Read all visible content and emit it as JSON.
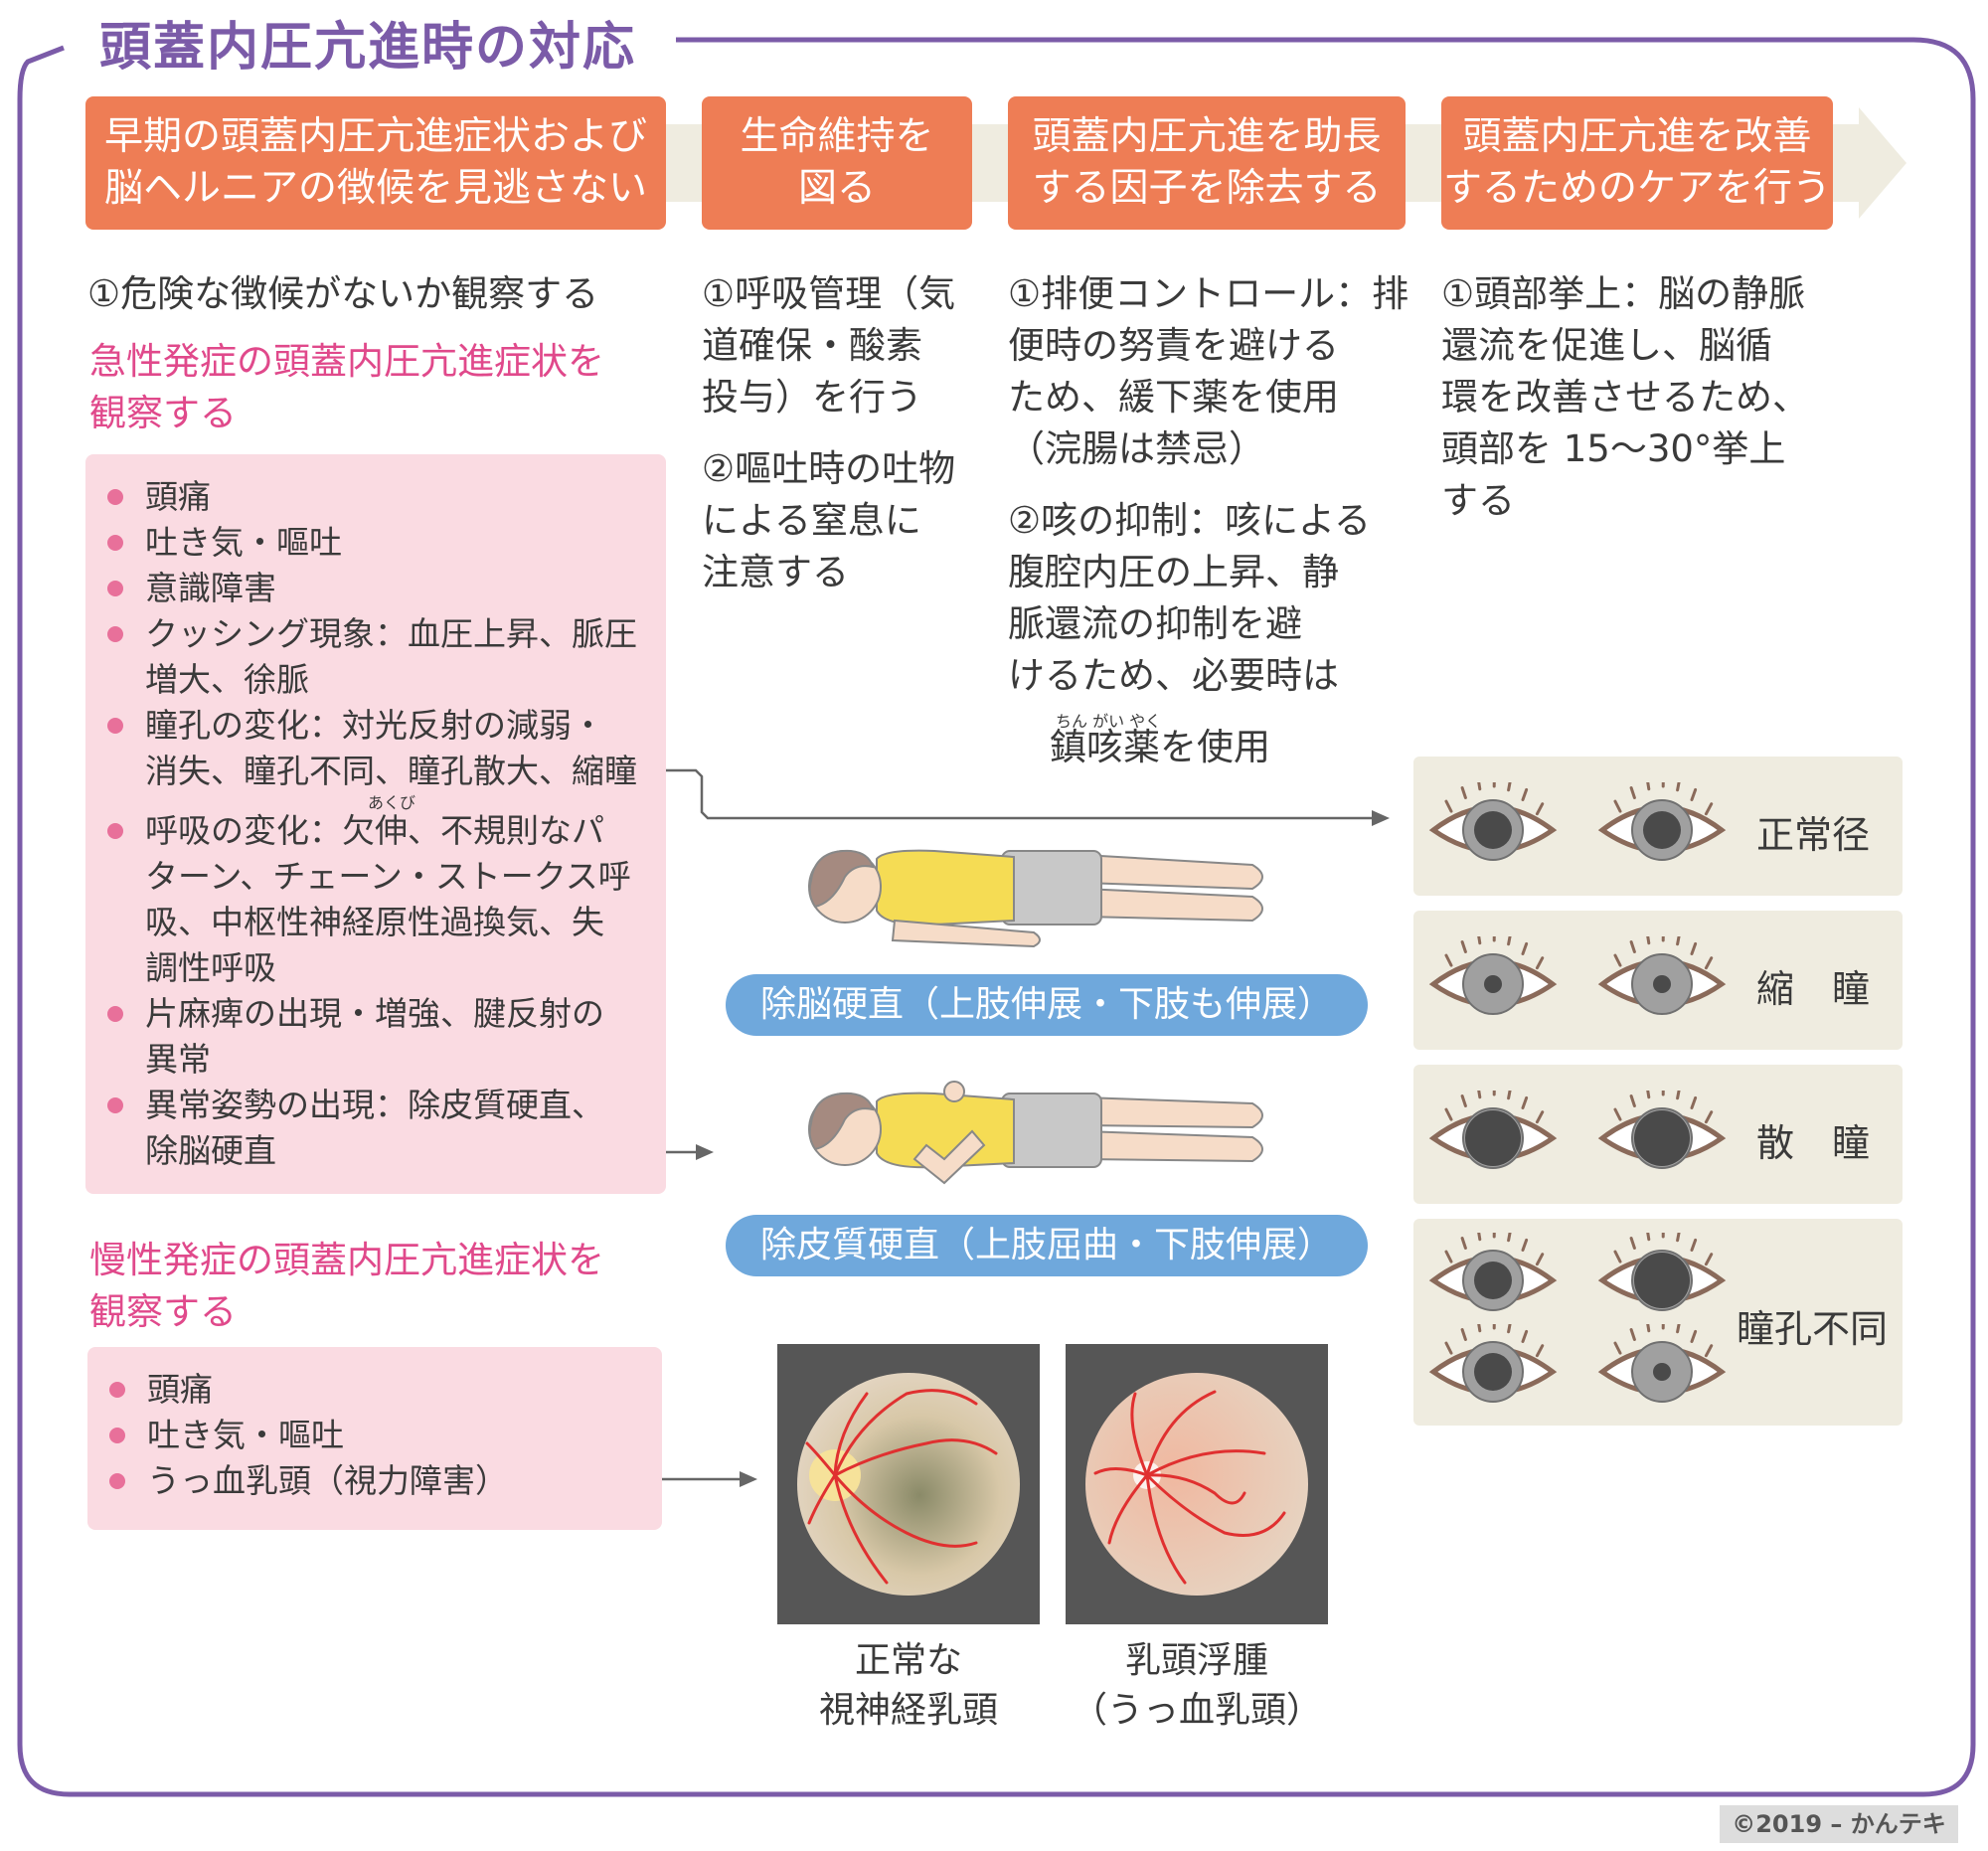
{
  "title": "頭蓋内圧亢進時の対応",
  "colors": {
    "frame": "#7b5ba8",
    "header_box": "#ee7d55",
    "pink_heading": "#e0498b",
    "pink_box": "#fadbe2",
    "bullet": "#e8709a",
    "pill": "#6fa8dc",
    "eye_box": "#efece0"
  },
  "headers": [
    "早期の頭蓋内圧亢進症状および\n脳ヘルニアの徴候を見逃さない",
    "生命維持を\n図る",
    "頭蓋内圧亢進を助長\nする因子を除去する",
    "頭蓋内圧亢進を改善\nするためのケアを行う"
  ],
  "col1": {
    "observe": "①危険な徴候がないか観察する",
    "acute_heading": "急性発症の頭蓋内圧亢進症状を\n観察する",
    "acute_items": [
      "頭痛",
      "吐き気・嘔吐",
      "意識障害",
      "クッシング現象：血圧上昇、脈圧\n増大、徐脈",
      "瞳孔の変化：対光反射の減弱・\n消失、瞳孔不同、瞳孔散大、縮瞳",
      "呼吸の変化：欠伸、不規則なパ\nターン、チェーン・ストークス呼\n吸、中枢性神経原性過換気、失\n調性呼吸",
      "片麻痺の出現・増強、腱反射の\n異常",
      "異常姿勢の出現：除皮質硬直、\n除脳硬直"
    ],
    "ruby_akubi": "あくび",
    "chronic_heading": "慢性発症の頭蓋内圧亢進症状を\n観察する",
    "chronic_items": [
      "頭痛",
      "吐き気・嘔吐",
      "うっ血乳頭（視力障害）"
    ]
  },
  "col2": {
    "item1": "①呼吸管理（気\n道確保・酸素\n投与）を行う",
    "item2": "②嘔吐時の吐物\nによる窒息に\n注意する"
  },
  "col3": {
    "item1": "①排便コントロール：排\n便時の努責を避ける\nため、緩下薬を使用\n（浣腸は禁忌）",
    "item2": "②咳の抑制：咳による\n腹腔内圧の上昇、静\n脈還流の抑制を避\nけるため、必要時は",
    "item2_last": "鎮咳薬を使用",
    "ruby_chingaiyaku": "ちん がい やく"
  },
  "col4": {
    "item1": "①頭部挙上：脳の静脈\n還流を促進し、脳循\n環を改善させるため、\n頭部を 15～30°挙上\nする"
  },
  "posture": {
    "decerebrate": "除脳硬直（上肢伸展・下肢も伸展）",
    "decorticate": "除皮質硬直（上肢屈曲・下肢伸展）"
  },
  "pupils": [
    {
      "label": "正常径"
    },
    {
      "label": "縮　瞳"
    },
    {
      "label": "散　瞳"
    },
    {
      "label": "瞳孔不同"
    }
  ],
  "fundus": {
    "normal": "正常な\n視神経乳頭",
    "papilledema": "乳頭浮腫\n（うっ血乳頭）"
  },
  "copyright": "©2019 – かんテキ"
}
